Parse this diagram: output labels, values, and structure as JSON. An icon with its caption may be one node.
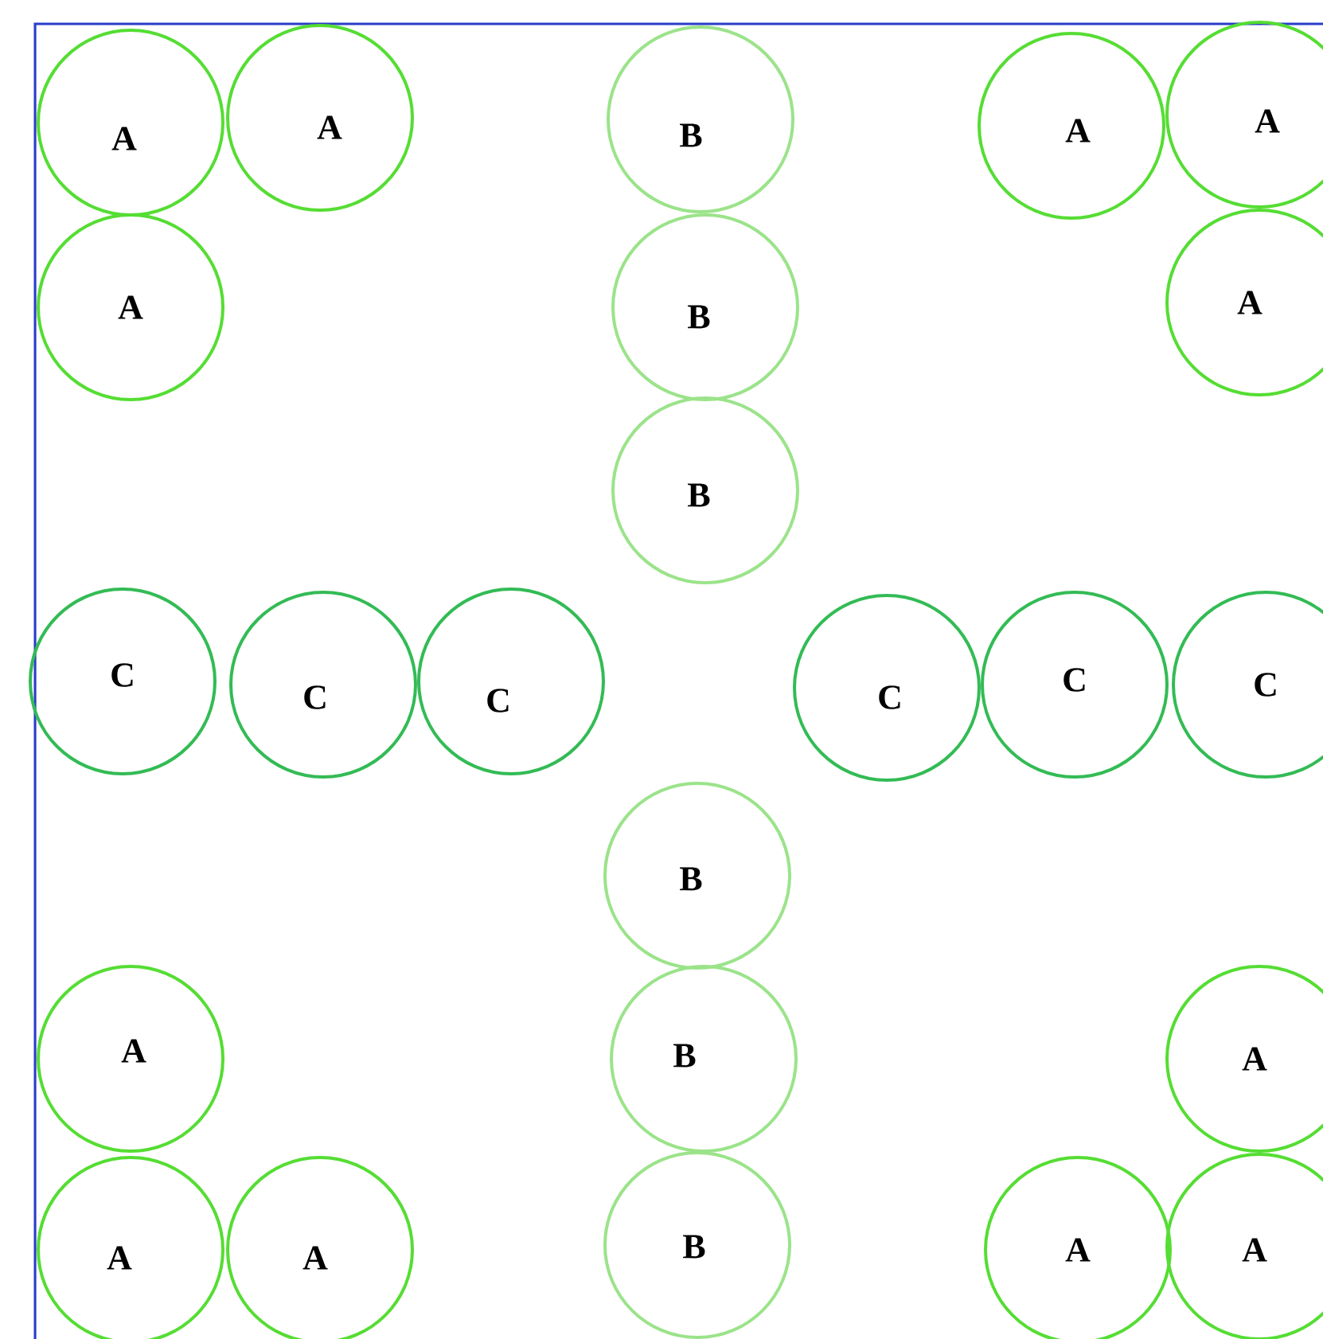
{
  "diagram": {
    "nodes": [
      {
        "text": [
          "A"
        ]
      },
      {
        "text": [
          "A"
        ]
      },
      {
        "text": [
          "B"
        ]
      },
      {
        "text": [
          "A"
        ]
      },
      {
        "text": [
          "A"
        ]
      },
      {
        "text": [
          "A"
        ]
      },
      {
        "text": [
          "B"
        ]
      },
      {
        "text": [
          "A"
        ]
      },
      {
        "text": [
          "B"
        ]
      },
      {
        "text": [
          "C"
        ]
      },
      {
        "text": [
          "C"
        ]
      },
      {
        "text": [
          "C"
        ]
      },
      {
        "text": [
          "C"
        ]
      },
      {
        "text": [
          "C"
        ]
      },
      {
        "text": [
          "C"
        ]
      },
      {
        "text": [
          "B"
        ]
      },
      {
        "text": [
          "A"
        ]
      },
      {
        "text": [
          "B"
        ]
      },
      {
        "text": [
          "A"
        ]
      },
      {
        "text": [
          "A"
        ]
      },
      {
        "text": [
          "A"
        ]
      },
      {
        "text": [
          "B"
        ]
      },
      {
        "text": [
          "A"
        ]
      },
      {
        "text": [
          "A"
        ]
      }
    ]
  }
}
